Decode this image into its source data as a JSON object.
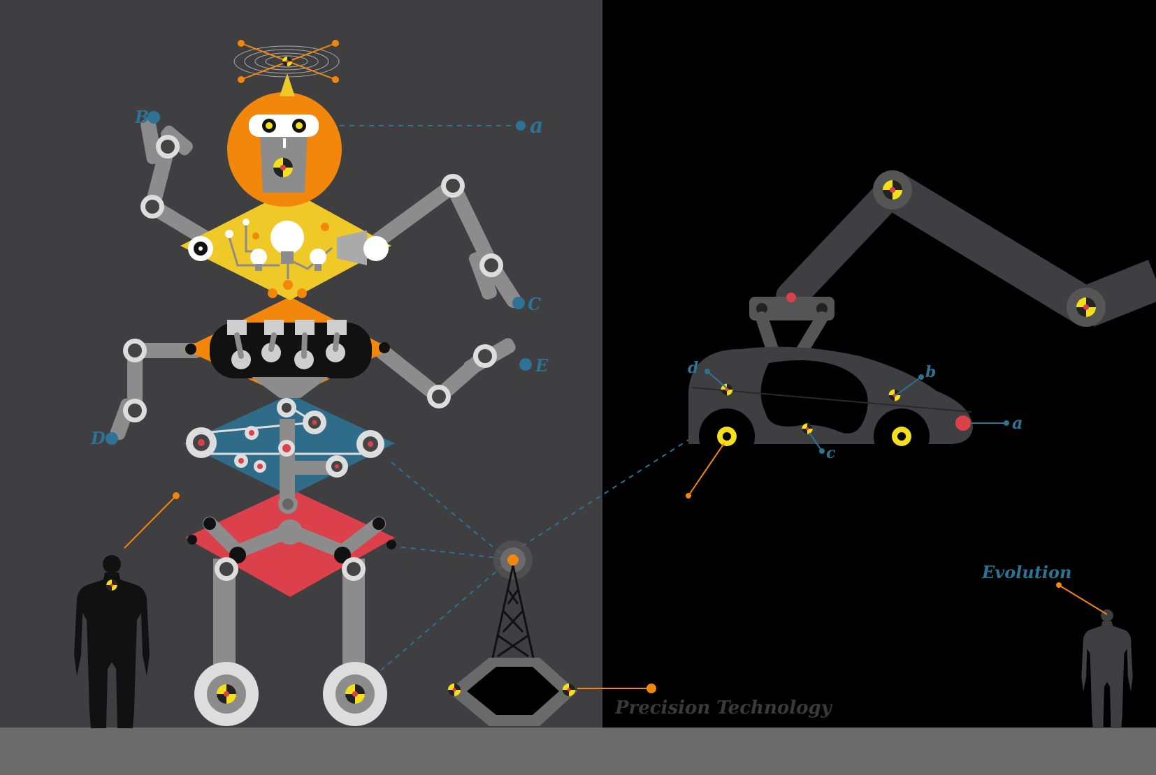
{
  "labels": {
    "a_head": "a",
    "b_arm": "B",
    "c_arm": "C",
    "d_arm": "D",
    "e_arm": "E",
    "car_a": "a",
    "car_b": "b",
    "car_c": "c",
    "car_d": "d"
  },
  "captions": {
    "precision": "Precision Technology",
    "evolution": "Evolution"
  },
  "colors": {
    "left_bg": "#3f3e41",
    "right_bg": "#000000",
    "floor": "#6b6b6b",
    "orange": "#f3870c",
    "yellow": "#eec928",
    "blue": "#2f6c8a",
    "red": "#dc414b",
    "grey": "#8c8c8c",
    "label_blue": "#2d7393"
  },
  "icons": {
    "robot": "robot-illustration",
    "antenna": "radio-tower-icon",
    "car": "car-body-icon",
    "arm": "industrial-arm-icon",
    "human": "human-silhouette-icon"
  }
}
